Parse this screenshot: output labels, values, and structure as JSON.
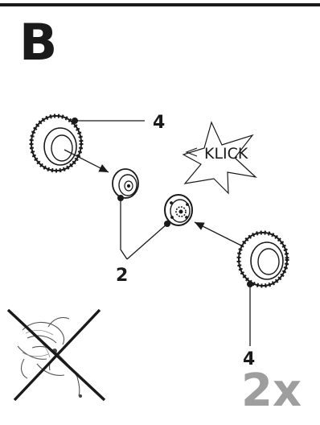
{
  "step": {
    "letter": "B"
  },
  "callouts": {
    "tire_top": "4",
    "hubs": "2",
    "tire_bottom": "4"
  },
  "sound": {
    "text": "KLICK"
  },
  "quantity": {
    "text": "2x"
  },
  "colors": {
    "ink": "#1a1a1a",
    "quantity_gray": "#9e9e9e"
  },
  "icons": [
    "tire-icon",
    "wheel-hub-icon",
    "starburst-icon",
    "prohibited-icon"
  ]
}
